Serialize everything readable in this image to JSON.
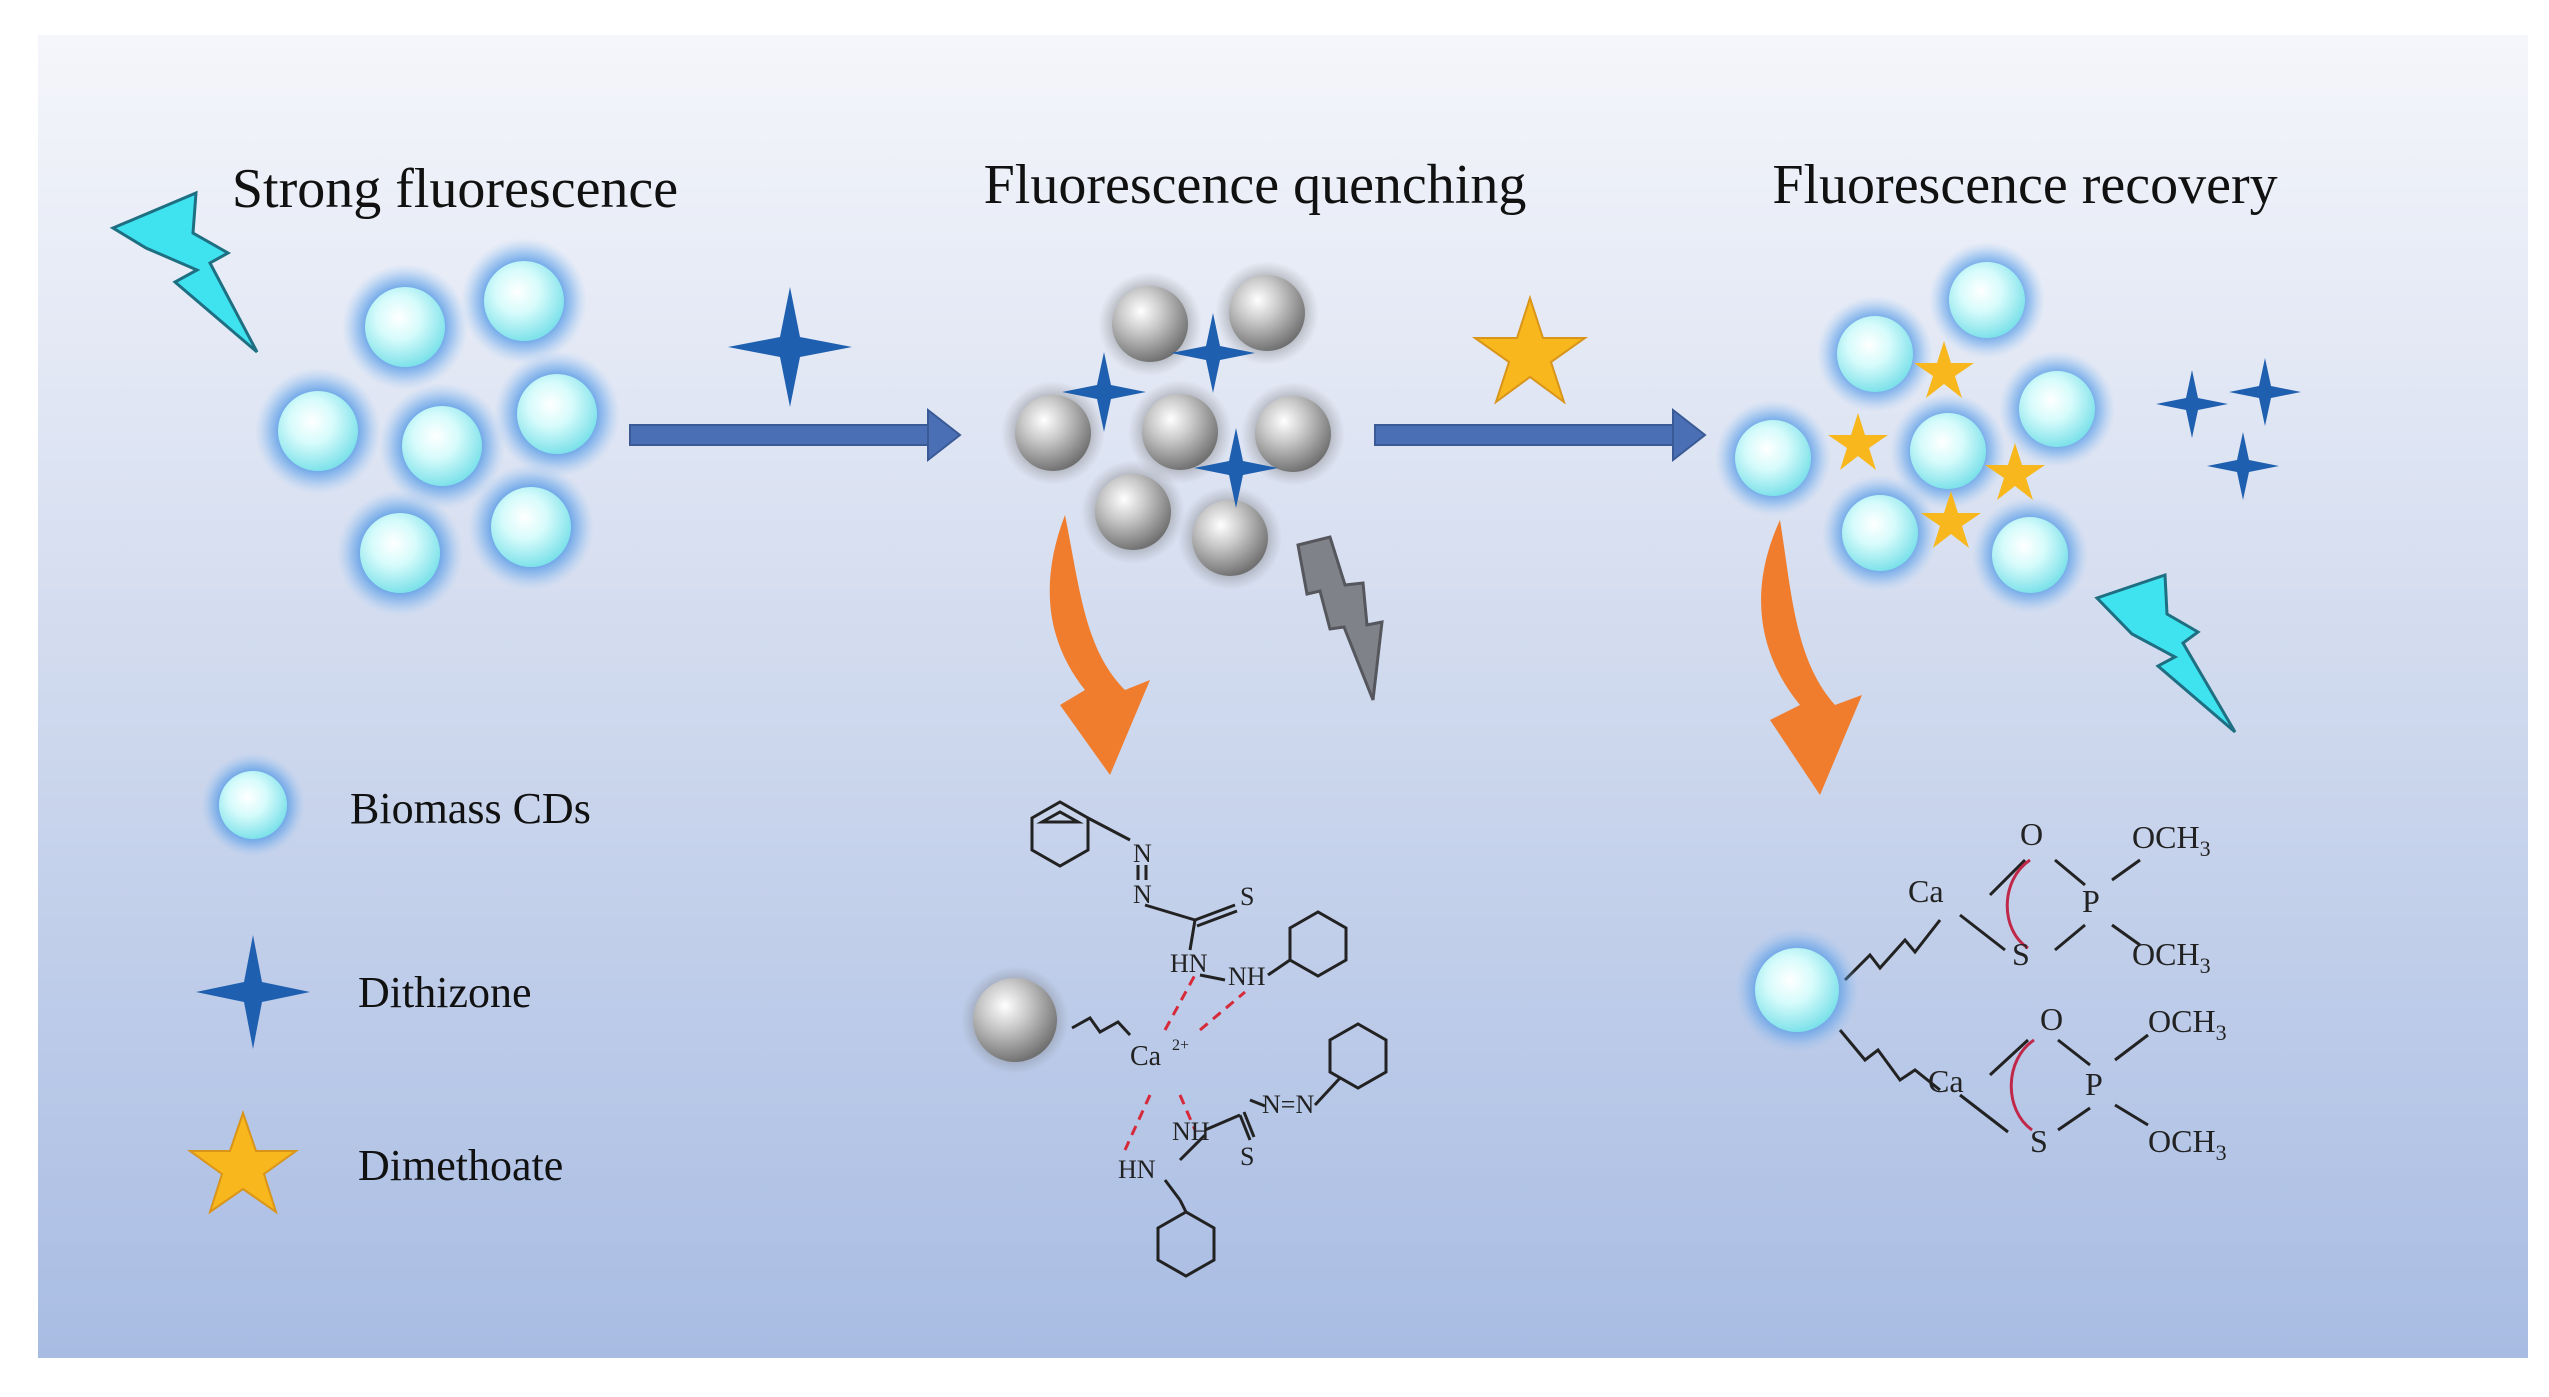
{
  "titles": {
    "strong": "Strong fluorescence",
    "quenching": "Fluorescence quenching",
    "recovery": "Fluorescence recovery"
  },
  "legend": {
    "cds": "Biomass CDs",
    "dithizone": "Dithizone",
    "dimethoate": "Dimethoate"
  },
  "chem_left": {
    "n1": "N",
    "n2": "N",
    "s1": "S",
    "hn1": "HN",
    "nh1": "NH",
    "ca": "Ca",
    "ca_charge": "2+",
    "nn": "N=N",
    "nh2": "NH",
    "hn2": "HN",
    "s2": "S"
  },
  "chem_right": {
    "ca": "Ca",
    "o": "O",
    "p": "P",
    "s": "S",
    "och3": "OCH",
    "sub3": "3"
  },
  "colors": {
    "background_top": "#f3f5fb",
    "background_bottom": "#a9bde4",
    "arrow": "#4a6fb5",
    "dithizone": "#1f5fb0",
    "dimethoate": "#f7b71d",
    "curved_arrow": "#ef7d2d",
    "bolt_cyan": "#3ee2ee",
    "bolt_gray": "#7d7f86",
    "cd_core": "#bff4f6",
    "cd_glow": "#2f79d8",
    "quenched_sphere": "#a9a9a9"
  }
}
